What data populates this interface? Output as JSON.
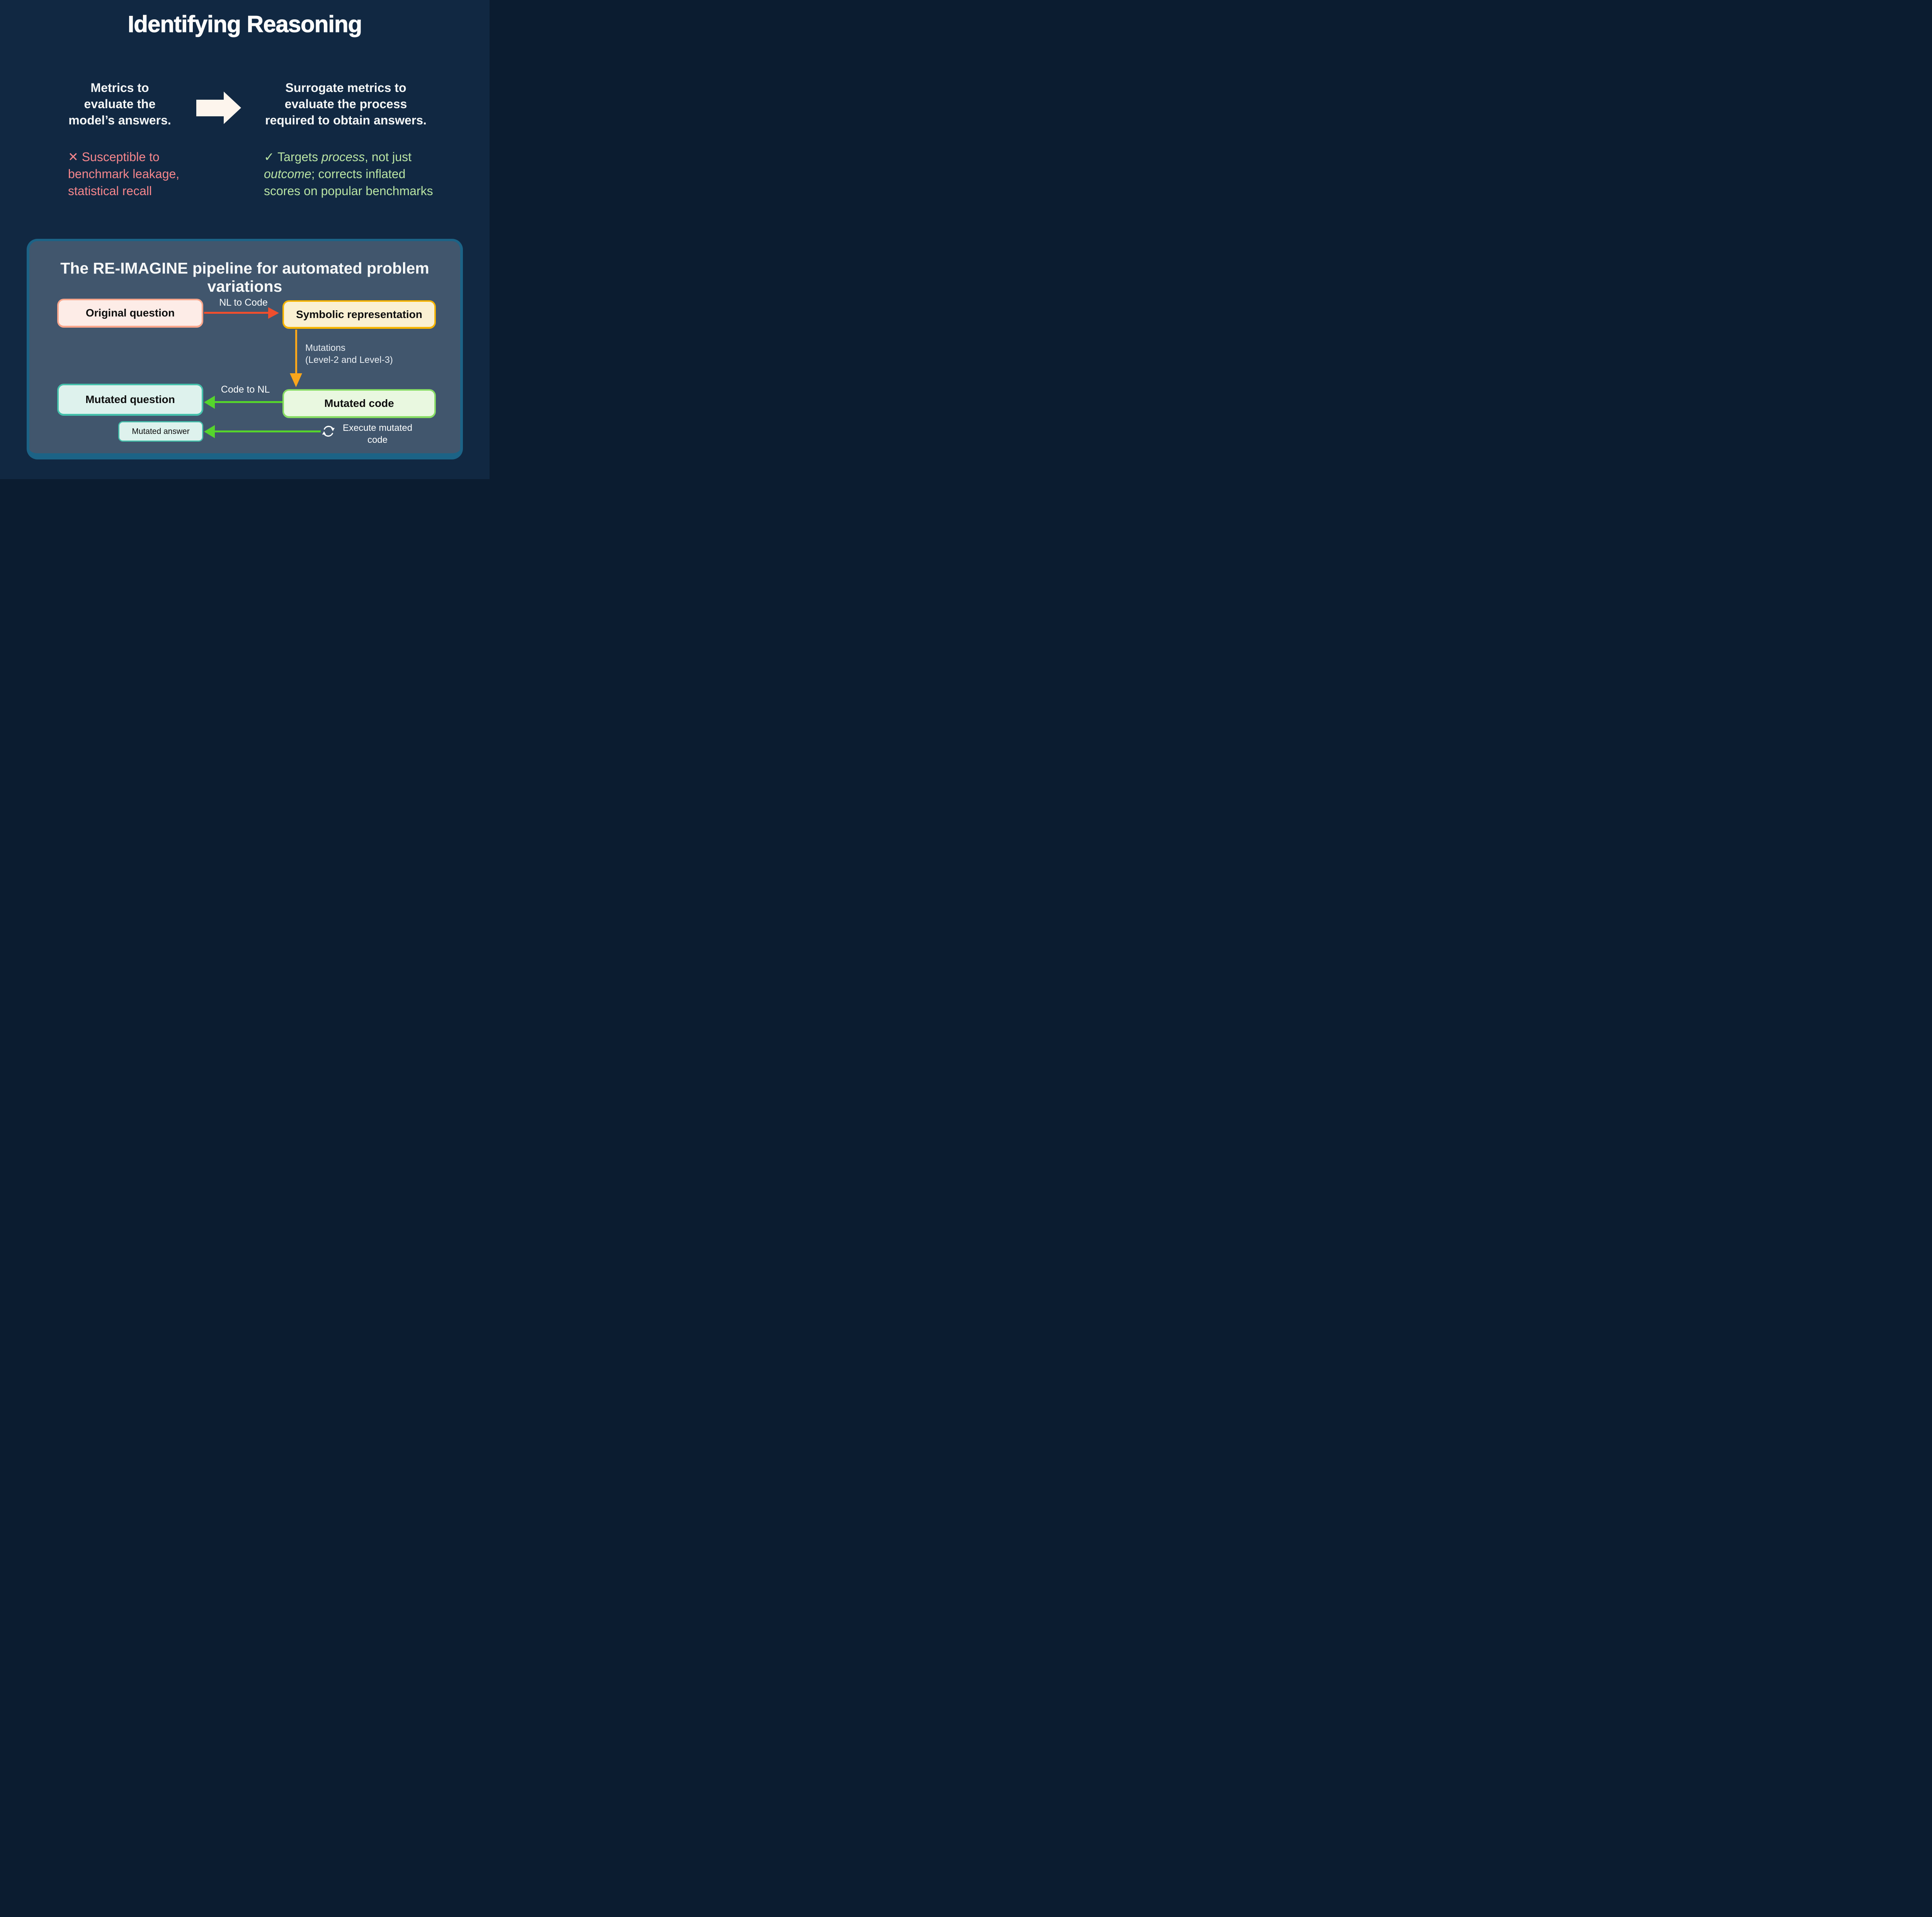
{
  "page": {
    "title": "Identifying Reasoning",
    "background_color": "#112842"
  },
  "comparison": {
    "left": {
      "heading_lines": [
        "Metrics to",
        "evaluate the",
        "model’s answers."
      ],
      "note": {
        "icon_glyph": "✕",
        "color": "#f5868c",
        "l1": " Susceptible to",
        "l2": "benchmark leakage,",
        "l3": "statistical recall"
      }
    },
    "transition_arrow": {
      "icon": "right-arrow",
      "color": "#fdf5ed"
    },
    "right": {
      "heading_lines": [
        "Surrogate metrics to",
        "evaluate the process",
        "required to obtain answers."
      ],
      "note": {
        "icon_glyph": "✓",
        "color": "#b9e4a3",
        "l1a": " Targets ",
        "l1b_italic": "process",
        "l1c": ", not just",
        "l2a_italic": "outcome",
        "l2b": "; corrects inflated",
        "l3": "scores on popular benchmarks"
      }
    }
  },
  "pipeline": {
    "title": "The RE-IMAGINE pipeline for automated problem variations",
    "panel_fill": "#41566d",
    "panel_border": "#1c6386",
    "nodes": {
      "original_question": {
        "label": "Original question",
        "fill": "#fdece7",
        "border": "#f8a68c"
      },
      "symbolic_representation": {
        "label": "Symbolic representation",
        "fill": "#faf0d2",
        "border": "#f6b402"
      },
      "mutated_code": {
        "label": "Mutated code",
        "fill": "#e9f8e0",
        "border": "#87dc64"
      },
      "mutated_question": {
        "label": "Mutated question",
        "fill": "#def2ed",
        "border": "#45c0ab"
      },
      "mutated_answer": {
        "label": "Mutated answer",
        "fill": "#def2ed",
        "border": "#45c0ab"
      }
    },
    "edges": {
      "nl_to_code": {
        "label": "NL to Code",
        "color": "#f04e2d"
      },
      "mutations": {
        "label_lines": [
          "Mutations",
          "(Level-2 and Level-3)"
        ],
        "color": "#f9a61c"
      },
      "code_to_nl": {
        "label": "Code to NL",
        "color": "#55d42c"
      },
      "execute": {
        "label_lines": [
          "Execute mutated",
          "code"
        ],
        "color": "#55d42c",
        "icon": "cycle-icon"
      }
    }
  }
}
